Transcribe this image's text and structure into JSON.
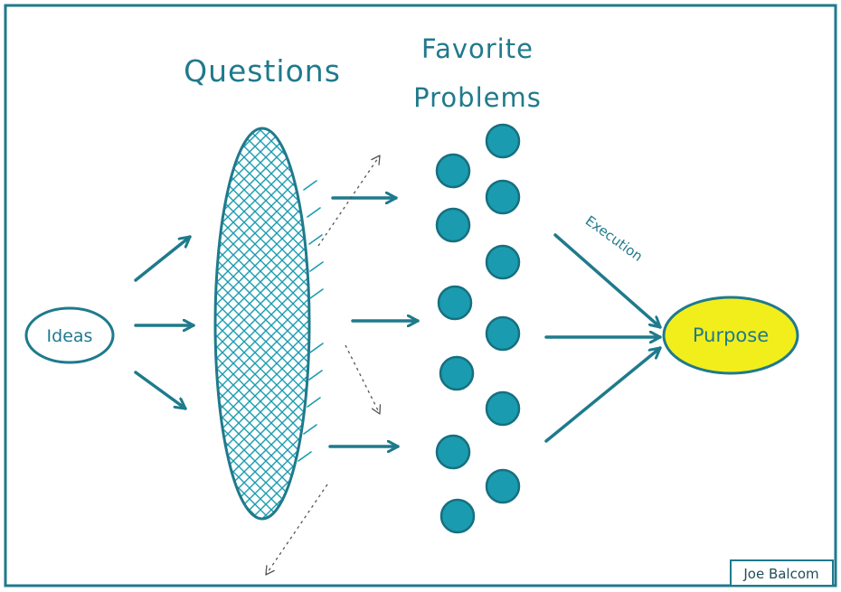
{
  "labels": {
    "ideas": "Ideas",
    "questions": "Questions",
    "favorite_line1": "Favorite",
    "favorite_line2": "Problems",
    "execution": "Execution",
    "purpose": "Purpose",
    "credit": "Joe Balcom"
  },
  "colors": {
    "teal": "#1f7a8c",
    "dot_fill": "#1b9bb0",
    "purpose_fill": "#f2ee1c",
    "background": "#ffffff"
  }
}
